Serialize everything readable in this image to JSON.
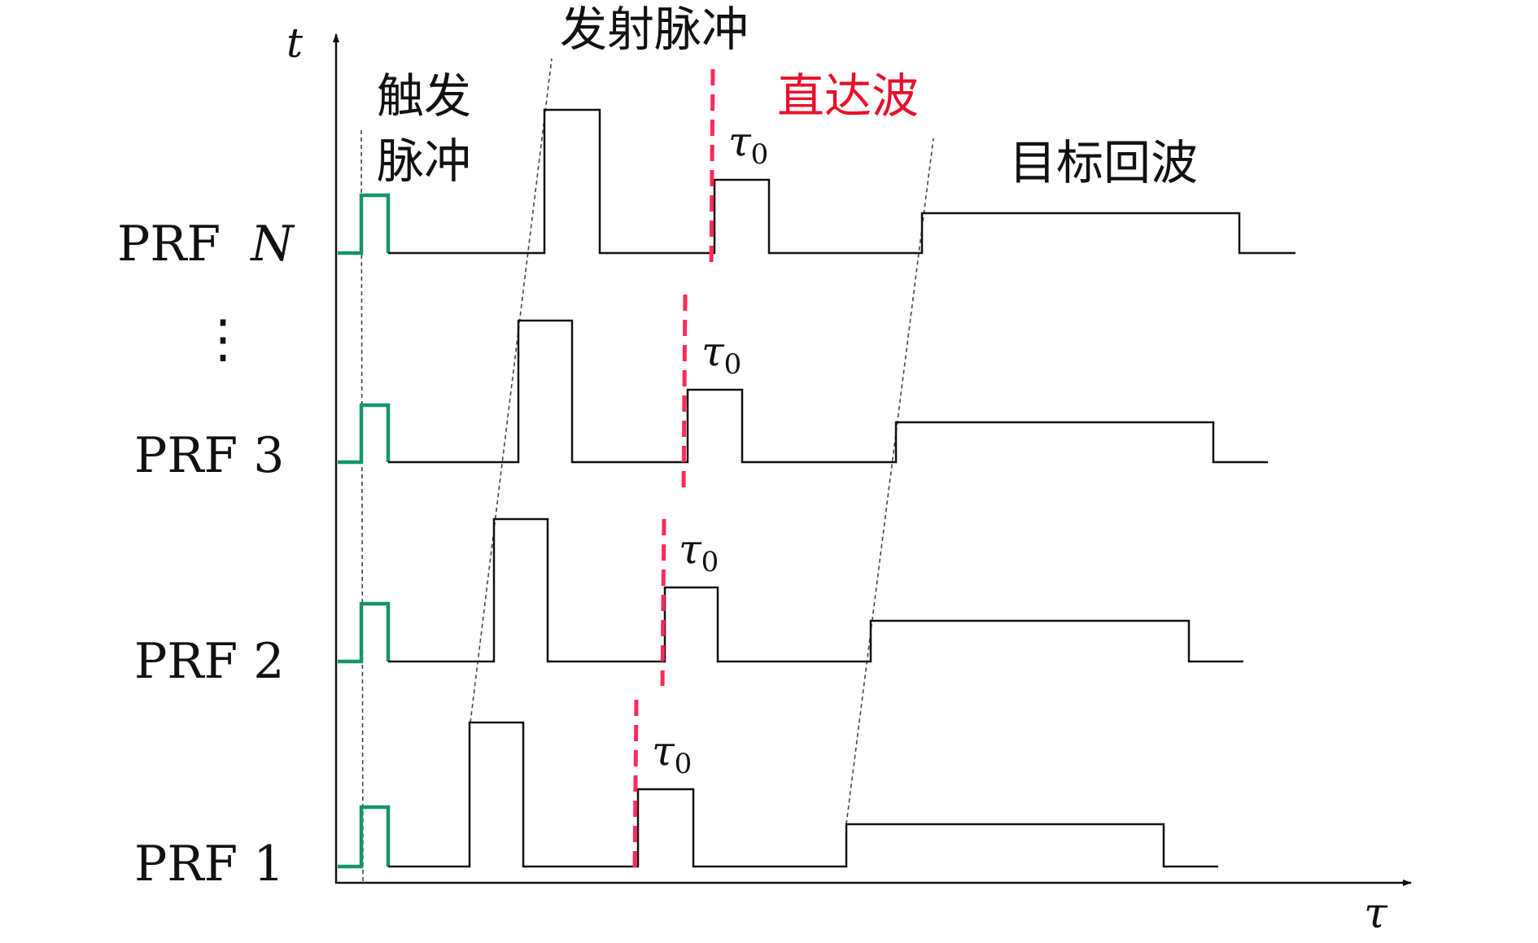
{
  "diagram": {
    "axes": {
      "x_symbol": "τ",
      "y_symbol": "t"
    },
    "labels": {
      "trigger": [
        "触发",
        "脉冲"
      ],
      "transmit": "发射脉冲",
      "direct_wave": "直达波",
      "target_echo": "目标回波",
      "tau0_main": "τ",
      "tau0_sub": "0",
      "dots": "⋮"
    },
    "rows": [
      {
        "label": "PRF 1"
      },
      {
        "label": "PRF 2"
      },
      {
        "label": "PRF 3"
      },
      {
        "label_prefix": "PRF",
        "label_italic": "N"
      }
    ],
    "colors": {
      "trigger": "#16946c",
      "direct_wave": "#ff2a5b",
      "direct_wave_label": "#e8102a",
      "waveform": "#111111",
      "guide": "#444444",
      "text": "#111111"
    }
  }
}
